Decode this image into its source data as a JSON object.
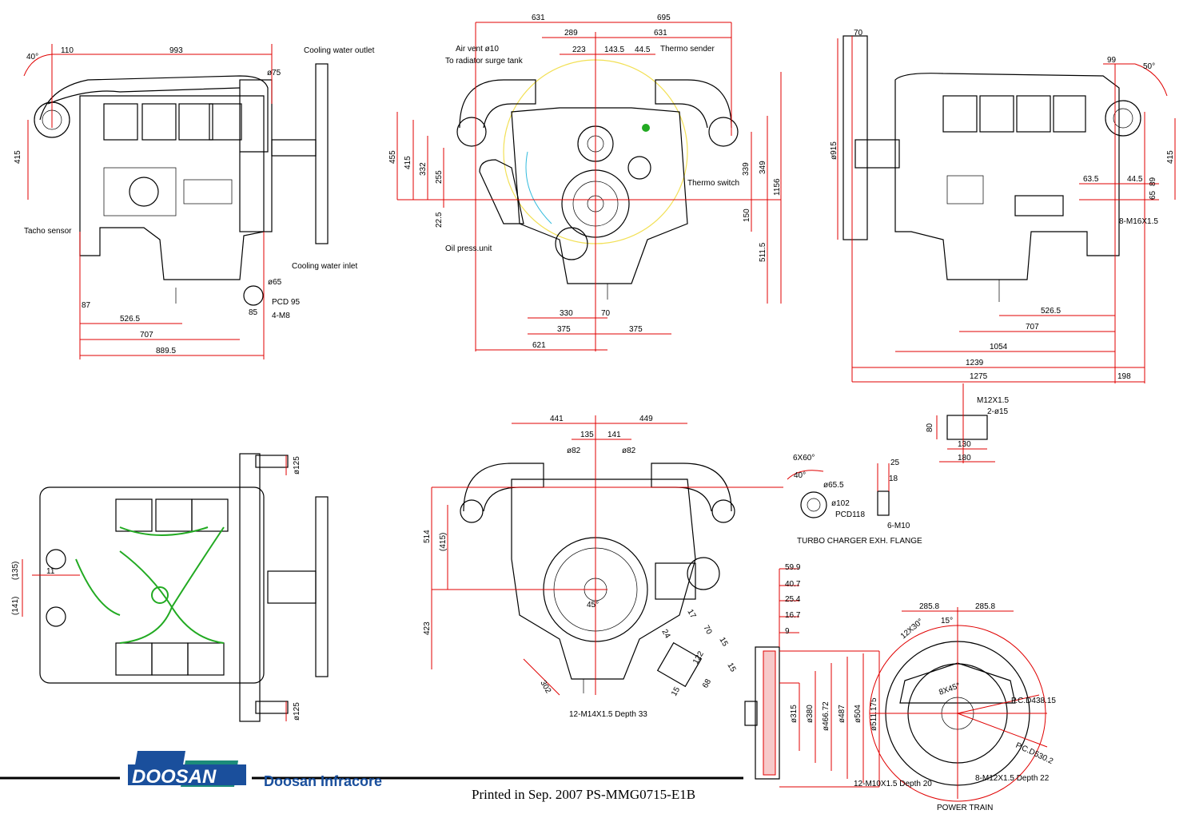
{
  "front_left_view": {
    "dims": [
      "40°",
      "110",
      "993",
      "ø75",
      "415",
      "87",
      "526.5",
      "707",
      "889.5",
      "ø65",
      "PCD 95",
      "85",
      "4-M8"
    ],
    "labels": [
      "Cooling water outlet",
      "Tacho sensor",
      "Cooling water inlet"
    ]
  },
  "front_center_view": {
    "dims": [
      "631",
      "695",
      "289",
      "631",
      "223",
      "143.5",
      "44.5",
      "455",
      "415",
      "332",
      "255",
      "22.5",
      "339",
      "349",
      "1156",
      "150",
      "511.5",
      "330",
      "70",
      "375",
      "375",
      "621"
    ],
    "labels": [
      "Air vent ø10",
      "To radiator surge tank",
      "Thermo sender",
      "Thermo switch",
      "Oil press.unit"
    ]
  },
  "right_view": {
    "dims": [
      "70",
      "ø915",
      "99",
      "50°",
      "415",
      "63.5",
      "44.5",
      "89",
      "65",
      "8-M16X1.5",
      "526.5",
      "707",
      "1054",
      "1239",
      "1275",
      "198"
    ]
  },
  "mount_detail": {
    "dims": [
      "M12X1.5",
      "2-ø15",
      "80",
      "130",
      "180"
    ]
  },
  "top_view": {
    "dims": [
      "ø125",
      "(135)",
      "11",
      "(141)",
      "ø125"
    ]
  },
  "rear_view": {
    "dims": [
      "441",
      "449",
      "135",
      "141",
      "ø82",
      "ø82",
      "514",
      "(415)",
      "423",
      "45°",
      "302",
      "24",
      "17",
      "70",
      "15",
      "122",
      "15",
      "15",
      "68"
    ],
    "labels": [
      "12-M14X1.5 Depth 33"
    ]
  },
  "turbo_flange": {
    "dims": [
      "6X60°",
      "40°",
      "ø65.5",
      "ø102",
      "PCD118",
      "25",
      "18",
      "6-M10"
    ],
    "title": "TURBO CHARGER EXH. FLANGE"
  },
  "flywheel_section": {
    "dims": [
      "59.9",
      "40.7",
      "25.4",
      "16.7",
      "9",
      "ø315",
      "ø380",
      "ø466.72",
      "ø487",
      "ø504",
      "ø511.175"
    ]
  },
  "power_train": {
    "dims": [
      "285.8",
      "285.8",
      "12X30°",
      "15°",
      "8X45°",
      "P.C.D438.15",
      "P.C.D530.2"
    ],
    "labels": [
      "12-M10X1.5 Depth 20",
      "8-M12X1.5 Depth 22"
    ],
    "title": "POWER TRAIN"
  },
  "footer": {
    "brand_logo": "DOOSAN",
    "company": "Doosan Infracore",
    "printed": "Printed in Sep. 2007 PS-MMG0715-E1B"
  },
  "colors": {
    "dimension": "#e00000",
    "drawing": "#000000",
    "fuel_lines": "#22aa22",
    "logo_blue": "#1a4f9c",
    "logo_green": "#1c8c7a"
  }
}
